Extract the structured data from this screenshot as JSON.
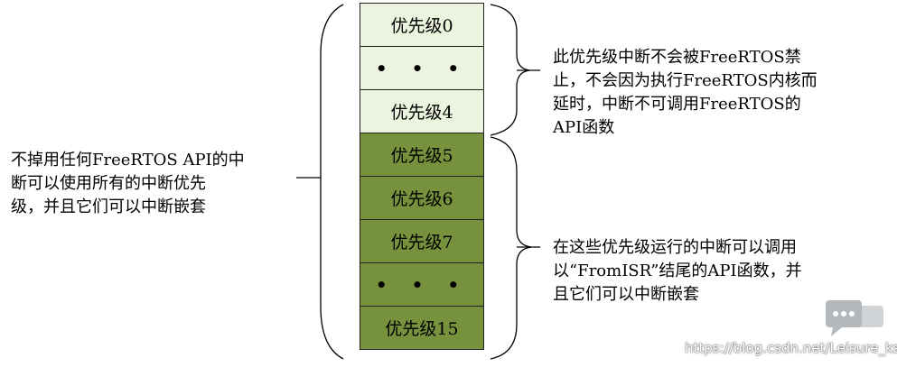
{
  "priority_cells": [
    {
      "label": "优先级0",
      "tone": "light"
    },
    {
      "label": "• • •",
      "tone": "light"
    },
    {
      "label": "优先级4",
      "tone": "light"
    },
    {
      "label": "优先级5",
      "tone": "dark"
    },
    {
      "label": "优先级6",
      "tone": "dark"
    },
    {
      "label": "优先级7",
      "tone": "dark"
    },
    {
      "label": "• • •",
      "tone": "dark"
    },
    {
      "label": "优先级15",
      "tone": "dark"
    }
  ],
  "notes": {
    "left": "不掉用任何FreeRTOS API的中\n断可以使用所有的中断优先\n级，并且它们可以中断嵌套",
    "top_right": "此优先级中断不会被FreeRTOS禁\n止，不会因为执行FreeRTOS内核而\n延时，中断不可调用FreeRTOS的\nAPI函数",
    "bottom_right": "在这些优先级运行的中断可以调用\n以“FromISR”结尾的API函数，并\n且它们可以中断嵌套"
  },
  "watermark": "https://blog.csdn.net/Leisure_ksj",
  "colors": {
    "light_fill": "#ecf3de",
    "dark_fill": "#76923c",
    "border": "#1f1f1f"
  }
}
